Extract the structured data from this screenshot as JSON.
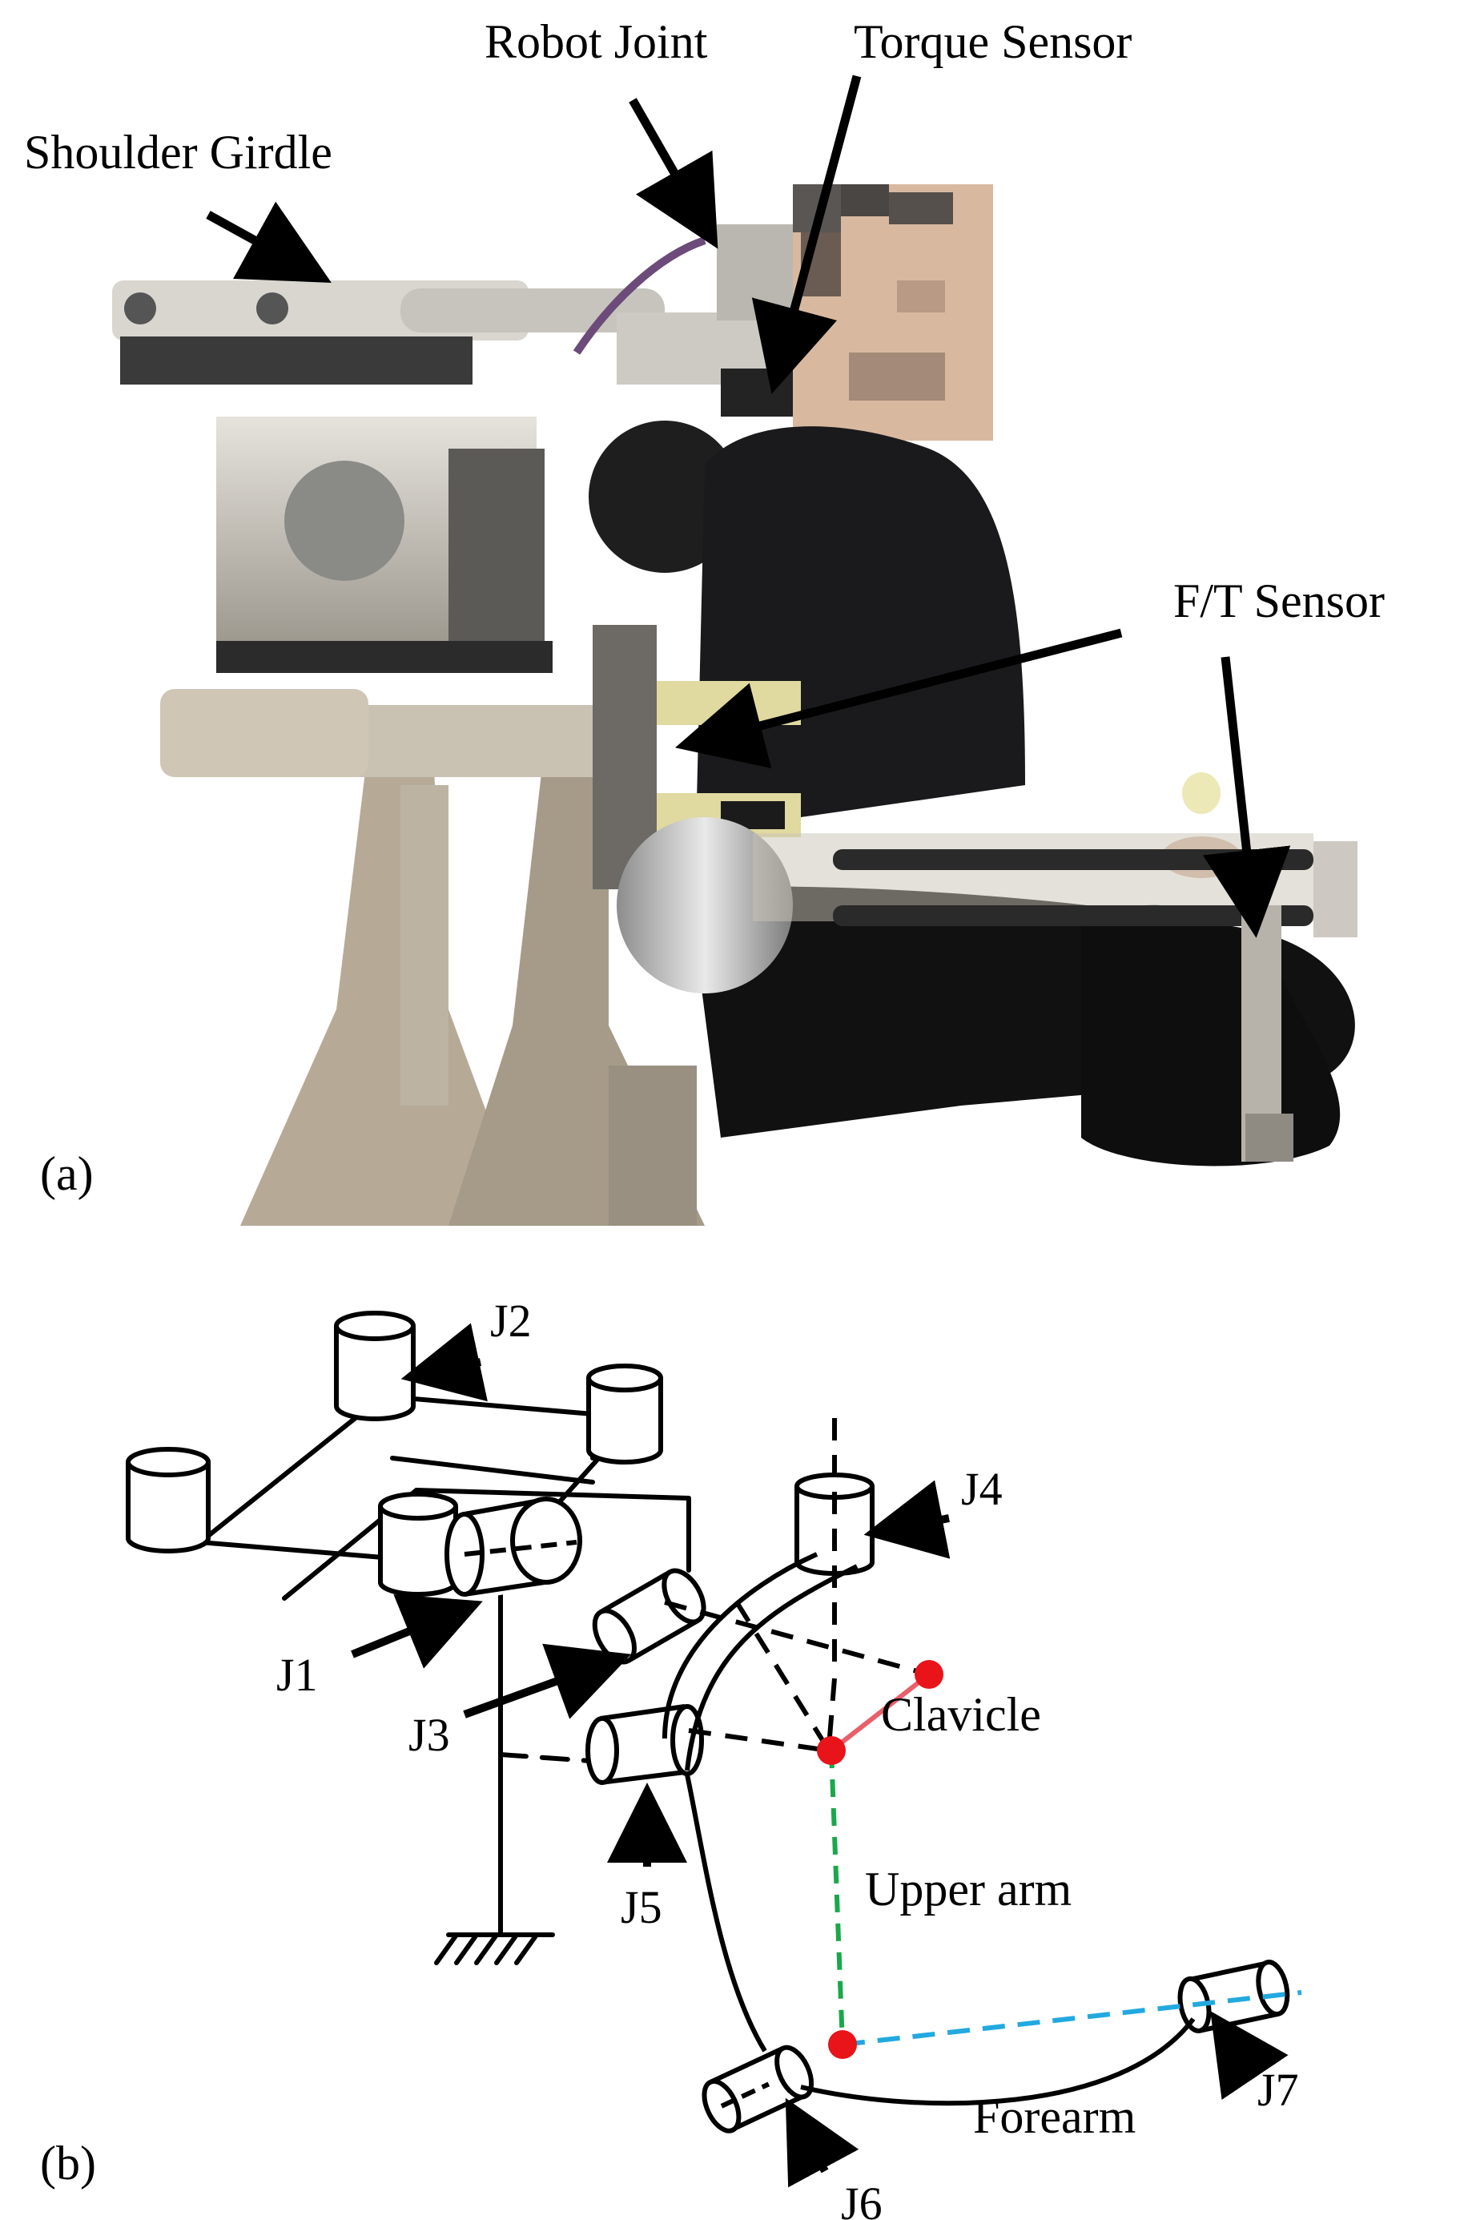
{
  "panel_a": {
    "tag": "(a)",
    "callouts": {
      "shoulder_girdle": "Shoulder Girdle",
      "robot_joint": "Robot Joint",
      "torque_sensor": "Torque Sensor",
      "ft_sensor": "F/T Sensor"
    }
  },
  "panel_b": {
    "tag": "(b)",
    "joints": [
      "J1",
      "J2",
      "J3",
      "J4",
      "J5",
      "J6",
      "J7"
    ],
    "segments": {
      "clavicle": "Clavicle",
      "upper_arm": "Upper arm",
      "forearm": "Forearm"
    },
    "colors": {
      "clavicle": "#e8606a",
      "upper_arm": "#1aa84a",
      "forearm": "#22a9e0",
      "point": "#e8141a",
      "line": "#000000"
    }
  }
}
